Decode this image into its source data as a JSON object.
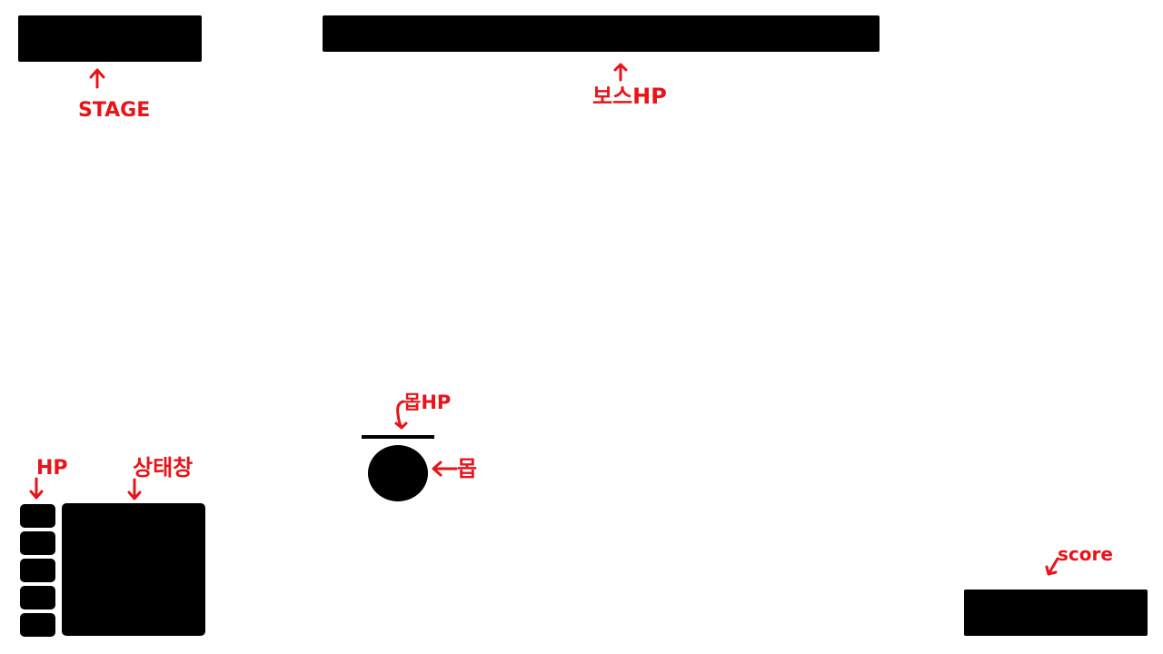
{
  "annotation_color": "#e8141a",
  "ui_color": "#000000",
  "annotations": {
    "stage": "STAGE",
    "boss_hp": "보스HP",
    "mob_hp": "몹HP",
    "mob": "몹",
    "player_hp": "HP",
    "status_window": "상태창",
    "score": "score"
  },
  "player_hp_slots": 5
}
